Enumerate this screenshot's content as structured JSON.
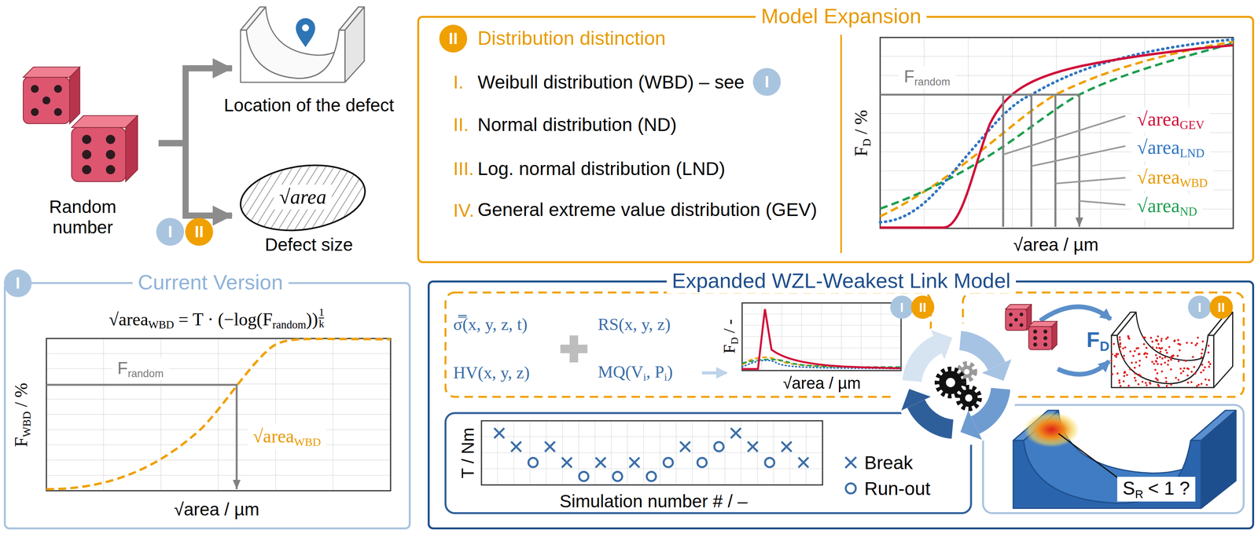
{
  "diagram": {
    "nodes": [
      {
        "text": [
          "Random number"
        ]
      },
      {
        "text": [
          "Location of the defect"
        ]
      },
      {
        "text": [
          "√area",
          "Defect size"
        ]
      },
      {
        "text": [
          "I"
        ]
      },
      {
        "text": [
          "II"
        ]
      },
      {
        "text": [
          "Current Version"
        ]
      },
      {
        "text": [
          "I"
        ],
        "in": 5
      },
      {
        "text": [
          "Model Expansion"
        ]
      },
      {
        "text": [
          "II"
        ],
        "in": 7
      },
      {
        "text": [
          "I"
        ],
        "in": 7
      },
      {
        "text": [
          "Expanded WZL-Weakest Link Model"
        ]
      },
      {
        "text": [
          "I"
        ],
        "in": 10
      },
      {
        "text": [
          "II"
        ],
        "in": 10
      },
      {
        "text": [
          "I"
        ],
        "in": 10
      },
      {
        "text": [
          "II"
        ],
        "in": 10
      }
    ],
    "edges": [
      {
        "from": 0,
        "to": 1,
        "arrow": "to"
      },
      {
        "from": 0,
        "to": 2,
        "arrow": "to"
      }
    ],
    "labels": [
      "√area",
      "WBD",
      "= T · (−log(F",
      "random",
      "))",
      "1",
      "k",
      "F",
      "WBD",
      "/ %",
      "F",
      "random",
      "√area",
      "WBD",
      "√area / µm",
      "Distribution distinction",
      "I.",
      "Weibull distribution (WBD) – see",
      "II.",
      "Normal distribution (ND)",
      "III.",
      "Log. normal distribution (LND)",
      "IV.",
      "General extreme value distribution (GEV)",
      "F",
      "D",
      "/ %",
      "F",
      "random",
      "√area",
      "GEV",
      "√area",
      "LND",
      "√area",
      "WBD",
      "√area",
      "ND",
      "√area / µm",
      "σ̿(x, y, z, t)",
      "RS(x, y, z)",
      "HV(x, y, z)",
      "MQ(V",
      "i",
      ", P",
      "i",
      ")",
      "F",
      "D",
      "/ -",
      "√area / µm",
      "F",
      "D",
      "T / Nm",
      "Simulation number # / –",
      "S",
      "R",
      "< 1 ?"
    ],
    "legend": [
      {
        "text": "Break"
      },
      {
        "text": "Run-out"
      }
    ]
  }
}
